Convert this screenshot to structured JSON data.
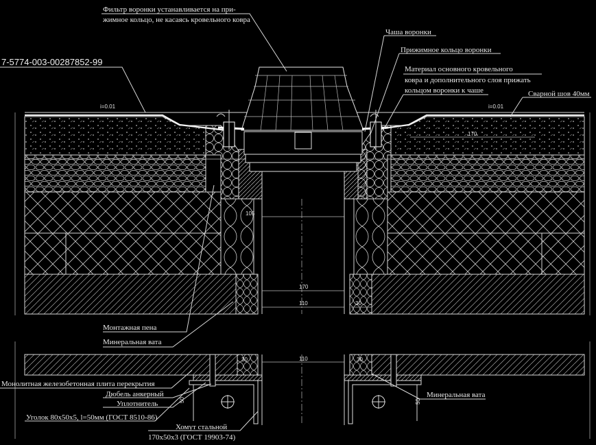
{
  "doc_code": "7-5774-003-00287852-99",
  "labels": {
    "filter_note_1": "Фильтр воронки устанавливается на при-",
    "filter_note_2": "жимное кольцо, не касаясь кровельного ковра",
    "bowl": "Чаша воронки",
    "clamp_ring": "Прижимное кольцо воронки",
    "material_1": "Материал основного кровельного",
    "material_2": "ковра и дополнительного слоя прижать",
    "material_3": "кольцом воронки к чаше",
    "weld": "Сварной шов 40мм",
    "foam": "Монтажная пена",
    "mineral_wool": "Минеральная вата",
    "slab": "Монолитная железобетонная плита перекрытия",
    "anchor": "Дюбель анкерный",
    "sealant": "Уплотнитель",
    "angle": "Уголок 80х50х5, l=50мм (ГОСТ 8510-86)",
    "clamp_1": "Хомут стальной",
    "clamp_2": "170х50х3 (ГОСТ 19903-74)",
    "mineral_wool_2": "Минеральная вата"
  },
  "dimensions": {
    "slope_left": "i=0.01",
    "slope_right": "i=0.01",
    "d105": "105",
    "d170a": "170",
    "d170b": "170",
    "d110a": "110",
    "d110b": "110",
    "d30a": "30",
    "d30b": "30",
    "d30c": "30",
    "d50a": "50",
    "d50b": "50"
  },
  "colors": {
    "background": "#000000",
    "line": "#d8d8d8"
  }
}
